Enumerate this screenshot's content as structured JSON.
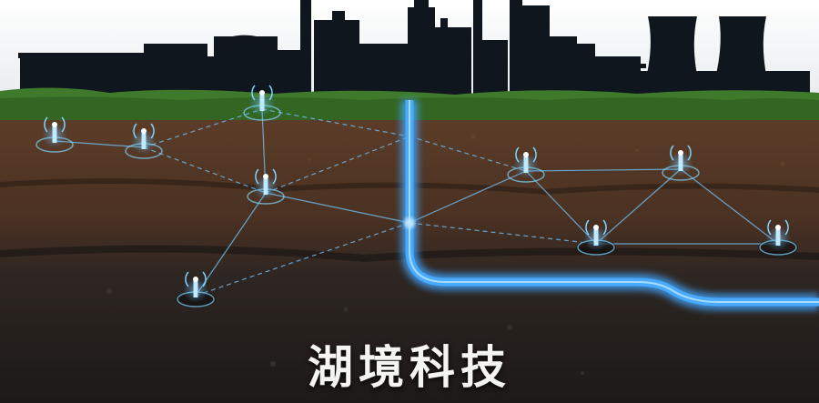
{
  "brand": {
    "text": "湖境科技"
  },
  "colors": {
    "sky": "#f2f4f6",
    "silhouette": "#0f141b",
    "grass": "#3f7a2c",
    "topsoil": "#5a3b27",
    "subsoil": "#3b2a20",
    "deepsoil": "#22201e",
    "pipe": "#3fa6ff",
    "sensor": "#7fd7ff",
    "link": "#6fb8e8"
  },
  "icons": [
    "factory-silhouette",
    "cooling-tower",
    "sensor-beacon",
    "water-pipe"
  ]
}
